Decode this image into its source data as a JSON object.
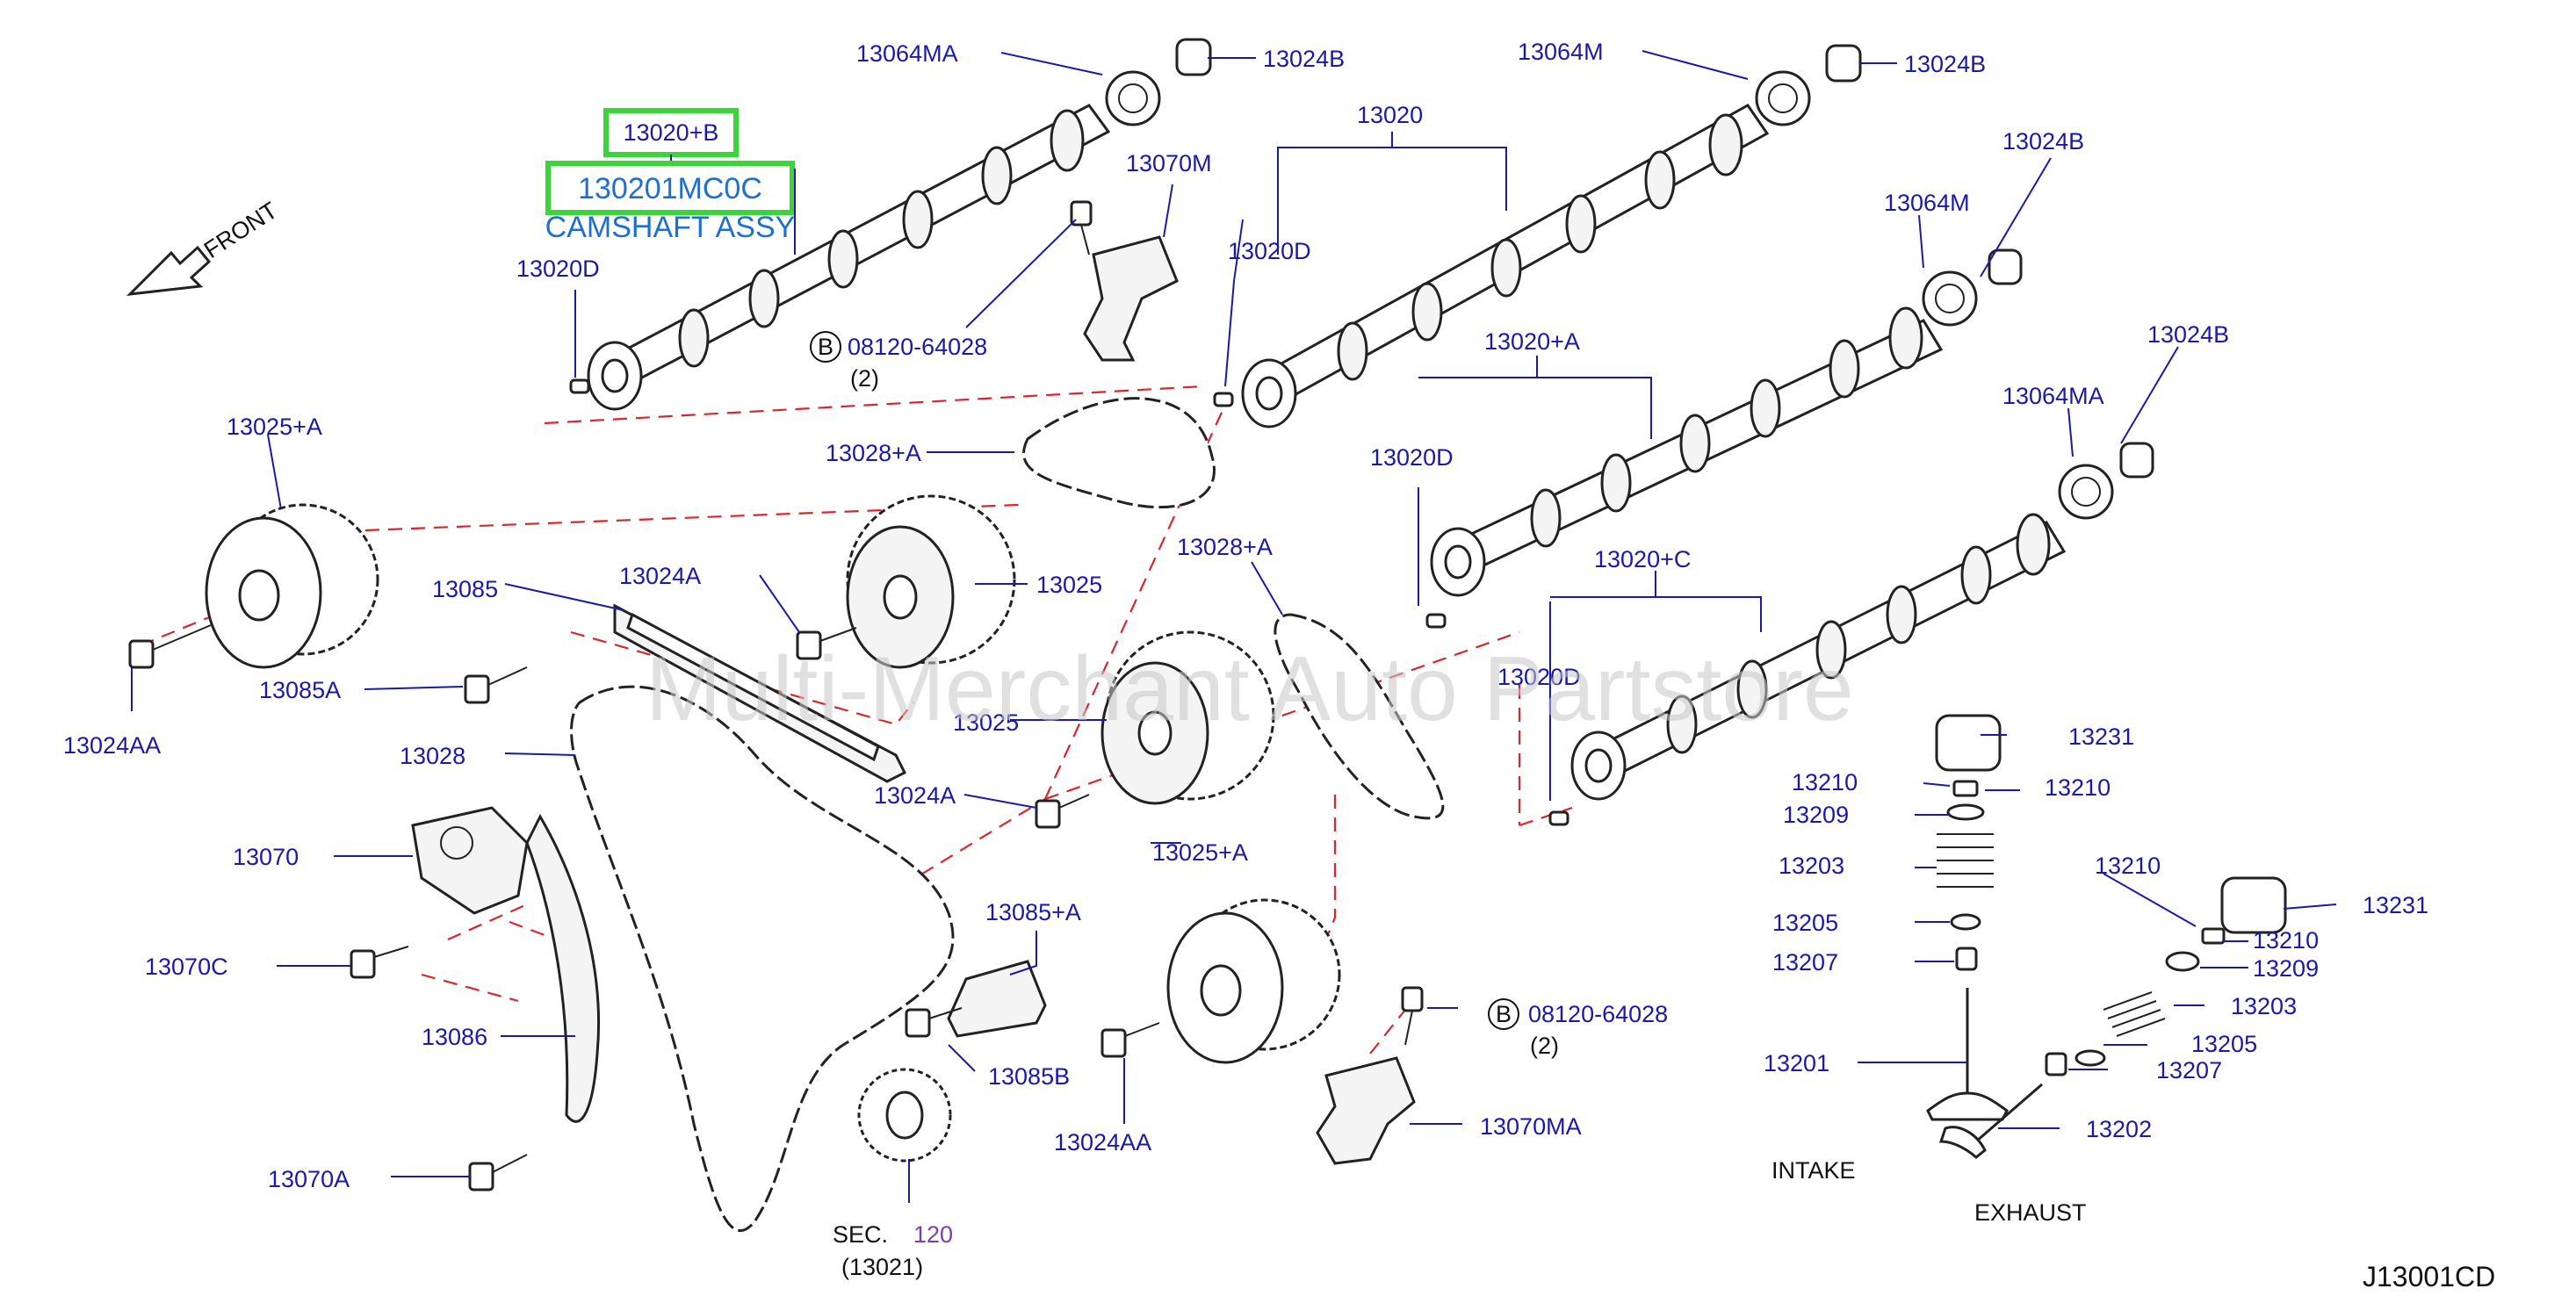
{
  "watermark": "Multi-Merchant Auto Partstore",
  "diagram_code": "J13001CD",
  "front_label": "FRONT",
  "highlight": {
    "ref": "13020+B",
    "part_number": "130201MC0C",
    "description": "CAMSHAFT ASSY"
  },
  "bolt_ref_badge": "B",
  "bolt_part": "08120-64028",
  "bolt_qty": "(2)",
  "sec_label": "SEC.",
  "sec_number": "120",
  "sec_sub": "(13021)",
  "valve_groups": {
    "intake": "INTAKE",
    "exhaust": "EXHAUST"
  },
  "labels": {
    "l13064MA_a": "13064MA",
    "l13024B_a": "13024B",
    "l13064M_a": "13064M",
    "l13024B_b": "13024B",
    "l13020": "13020",
    "l13070M": "13070M",
    "l13024B_c": "13024B",
    "l13064M_b": "13064M",
    "l13020D_a": "13020D",
    "l13020D_b": "13020D",
    "l13020A": "13020+A",
    "l13024B_d": "13024B",
    "l13064MA_b": "13064MA",
    "l13025A_a": "13025+A",
    "l13028A_a": "13028+A",
    "l13020D_c": "13020D",
    "l13085": "13085",
    "l13024A_a": "13024A",
    "l13025_a": "13025",
    "l13028A_b": "13028+A",
    "l13020C": "13020+C",
    "l13024AA_a": "13024AA",
    "l13085A": "13085A",
    "l13020D_d": "13020D",
    "l13025_b": "13025",
    "l13028": "13028",
    "l13024A_b": "13024A",
    "l13231_a": "13231",
    "l13210_a": "13210",
    "l13210_b": "13210",
    "l13209_a": "13209",
    "l13070": "13070",
    "l13025A_b": "13025+A",
    "l13203_a": "13203",
    "l13210_c": "13210",
    "l13231_b": "13231",
    "l13085Aplus": "13085+A",
    "l13205_a": "13205",
    "l13210_d": "13210",
    "l13070C": "13070C",
    "l13207_a": "13207",
    "l13209_b": "13209",
    "l13203_b": "13203",
    "l13086": "13086",
    "l13085B": "13085B",
    "l13205_b": "13205",
    "l13201": "13201",
    "l13207_b": "13207",
    "l13024AA_b": "13024AA",
    "l13070MA": "13070MA",
    "l13202": "13202",
    "l13070A": "13070A"
  }
}
